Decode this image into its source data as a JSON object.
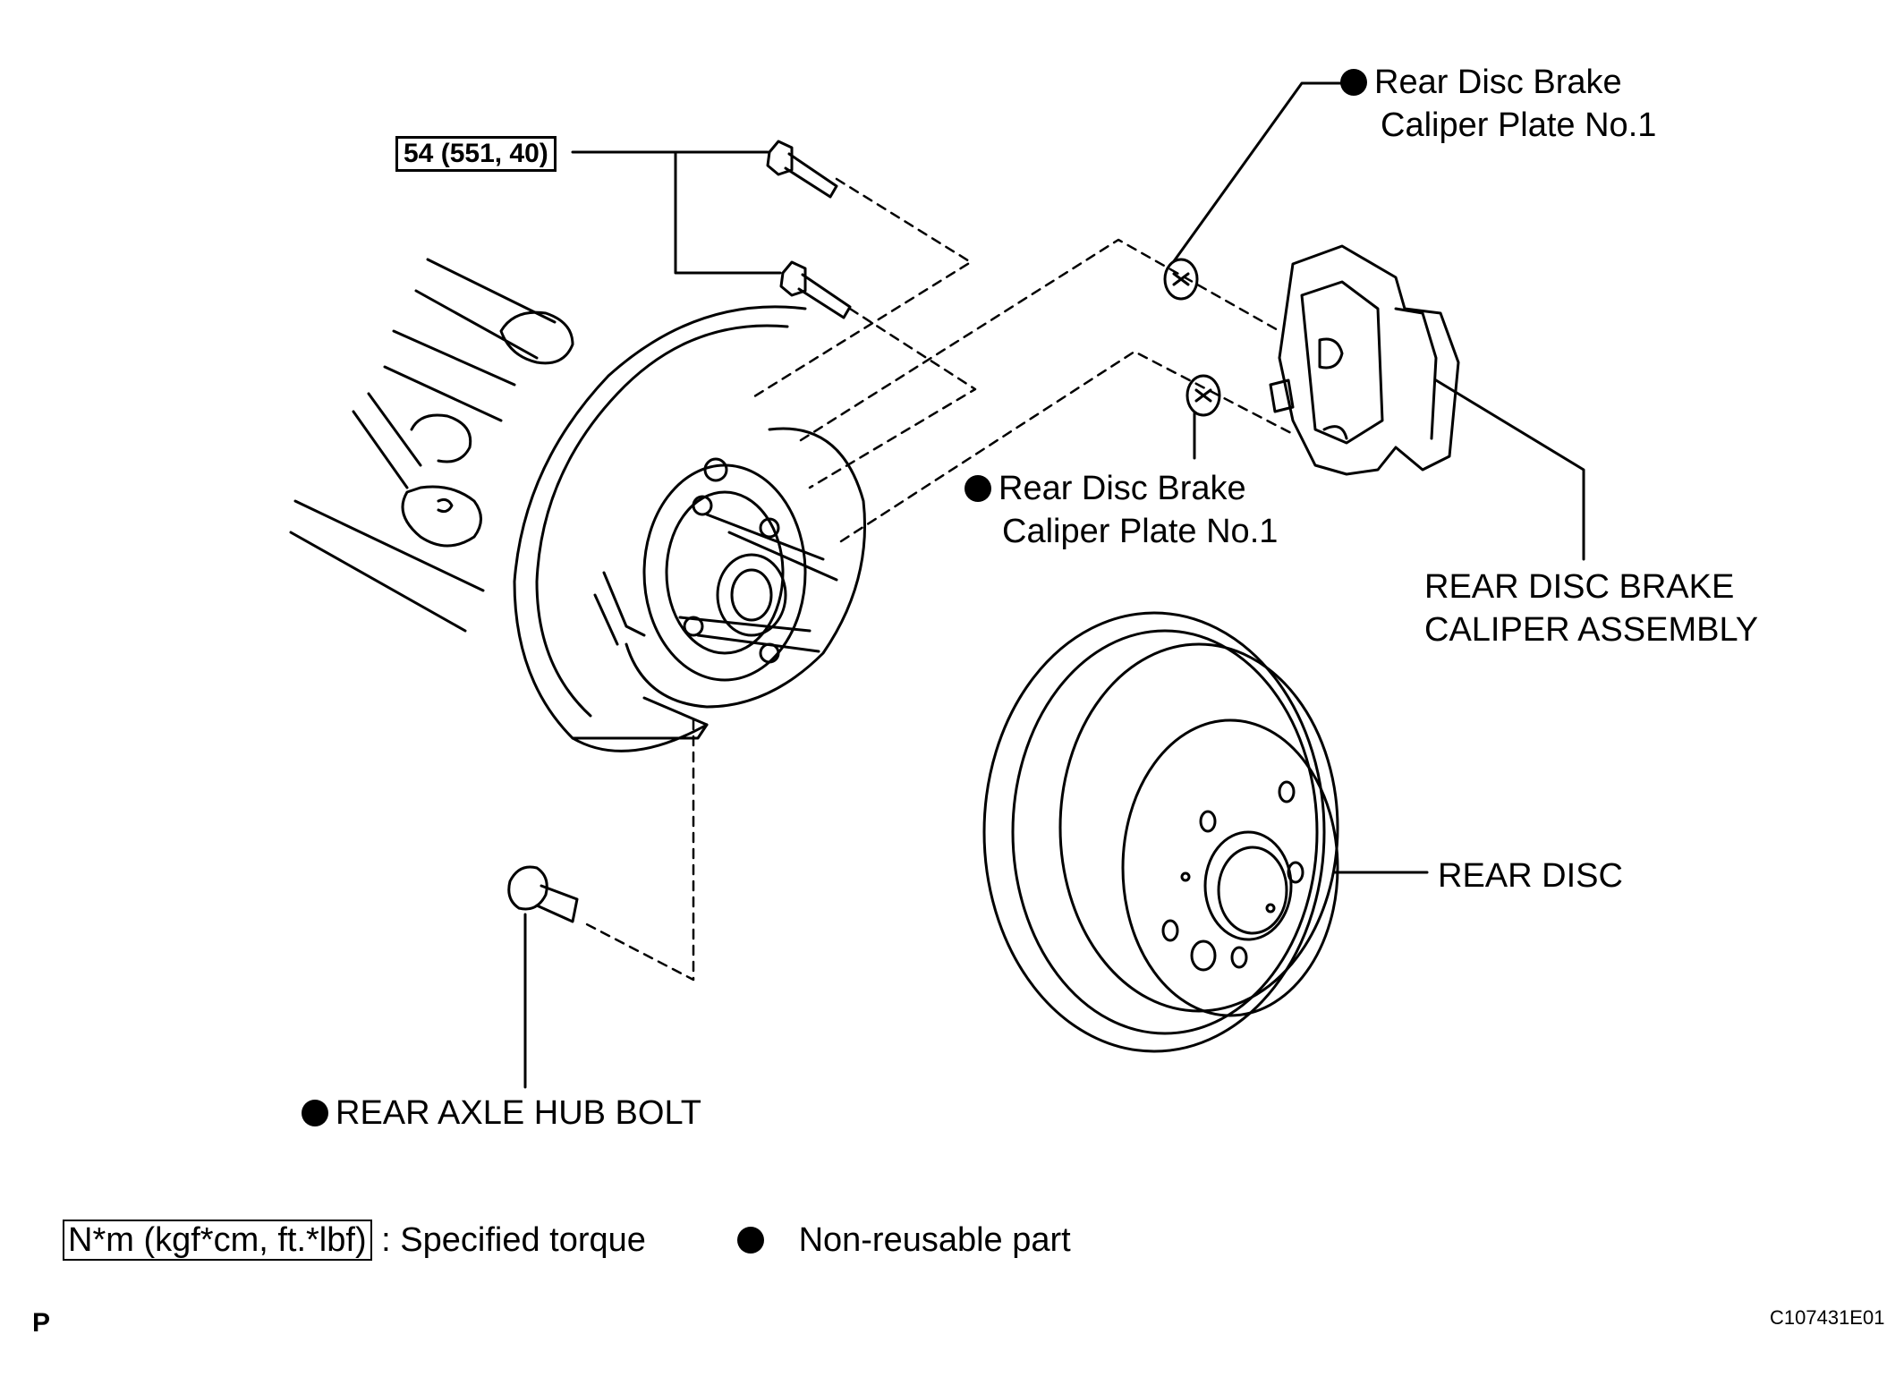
{
  "torque": {
    "value": "54 (551, 40)"
  },
  "labels": {
    "caliper_plate_top": [
      "Rear Disc Brake",
      "Caliper Plate No.1"
    ],
    "caliper_plate_mid": [
      "Rear Disc Brake",
      "Caliper Plate No.1"
    ],
    "caliper_assembly": [
      "REAR DISC BRAKE",
      "CALIPER ASSEMBLY"
    ],
    "rear_disc": "REAR DISC",
    "hub_bolt": "REAR AXLE HUB BOLT"
  },
  "legend": {
    "torque_unit": "N*m (kgf*cm, ft.*lbf)",
    "torque_desc": ": Specified torque",
    "nonreusable_desc": "Non-reusable part"
  },
  "footer": {
    "corner_mark": "P",
    "figure_id": "C107431E01"
  },
  "colors": {
    "ink": "#000000",
    "paper": "#ffffff"
  }
}
